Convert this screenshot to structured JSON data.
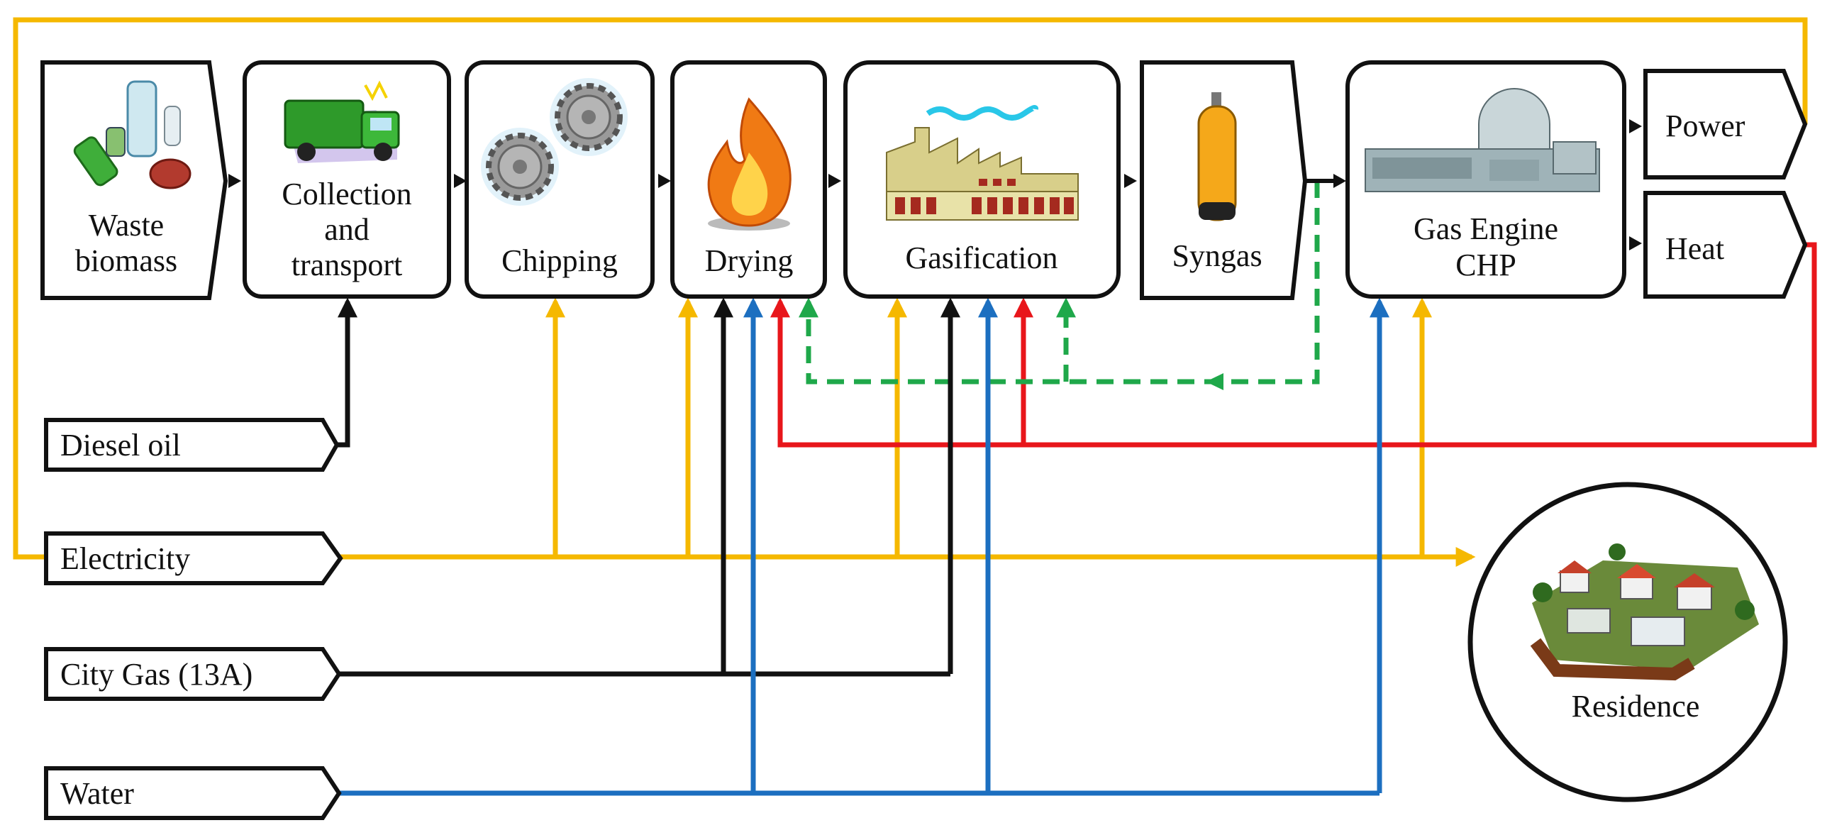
{
  "process": {
    "waste_biomass": [
      "Waste",
      "biomass"
    ],
    "collection": [
      "Collection",
      "and",
      "transport"
    ],
    "chipping": "Chipping",
    "drying": "Drying",
    "gasification": "Gasification",
    "syngas": "Syngas",
    "chp": [
      "Gas Engine",
      "CHP"
    ],
    "power": "Power",
    "heat": "Heat"
  },
  "inputs": {
    "diesel": "Diesel oil",
    "electricity": "Electricity",
    "city_gas": "City Gas (13A)",
    "water": "Water"
  },
  "residence": "Residence",
  "colors": {
    "electricity": "#F5B800",
    "diesel": "#111111",
    "city_gas": "#111111",
    "water": "#1C6FC0",
    "heat": "#E8161B",
    "syngas_recycle": "#1FA84A"
  },
  "icons": [
    "waste-bottles-icon",
    "garbage-truck-icon",
    "gears-icon",
    "flame-icon",
    "factory-icon",
    "gas-cylinder-icon",
    "power-plant-icon",
    "houses-icon"
  ]
}
